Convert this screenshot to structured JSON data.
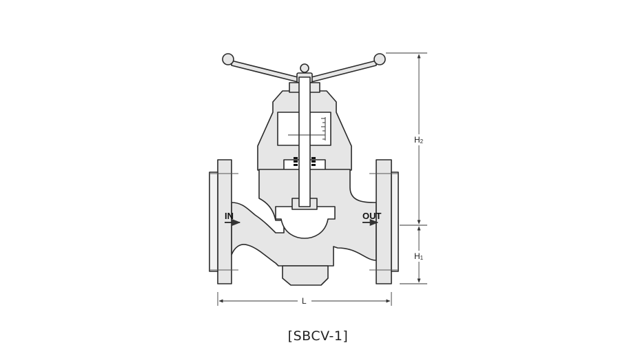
{
  "drawing": {
    "caption": "[SBCV-1]",
    "labels": {
      "inlet": "IN",
      "outlet": "OUT",
      "length": "L",
      "height_1": "H",
      "height_1_sub": "1",
      "height_2": "H",
      "height_2_sub": "2"
    }
  }
}
